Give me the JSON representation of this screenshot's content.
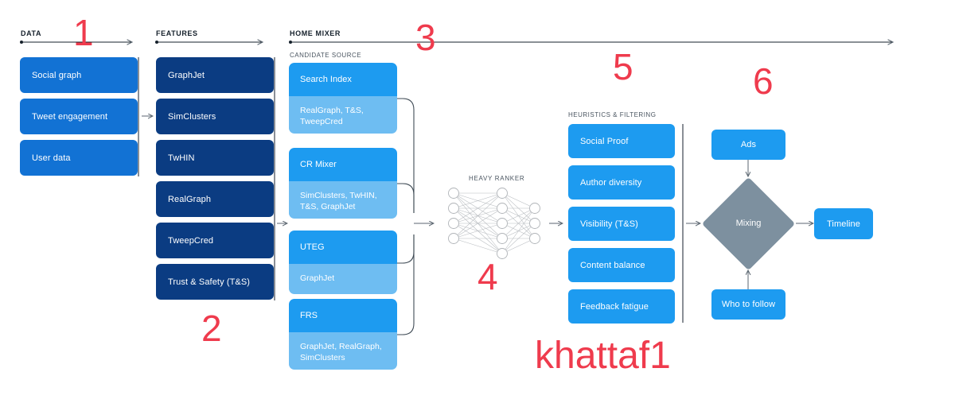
{
  "sections": {
    "data": {
      "label": "DATA"
    },
    "features": {
      "label": "FEATURES"
    },
    "home_mixer": {
      "label": "HOME MIXER"
    },
    "candidate_source": {
      "label": "CANDIDATE SOURCE"
    },
    "heuristics": {
      "label": "HEURISTICS & FILTERING"
    },
    "heavy_ranker": {
      "label": "HEAVY RANKER"
    }
  },
  "data_boxes": [
    {
      "label": "Social graph"
    },
    {
      "label": "Tweet engagement"
    },
    {
      "label": "User data"
    }
  ],
  "feature_boxes": [
    {
      "label": "GraphJet"
    },
    {
      "label": "SimClusters"
    },
    {
      "label": "TwHIN"
    },
    {
      "label": "RealGraph"
    },
    {
      "label": "TweepCred"
    },
    {
      "label": "Trust & Safety (T&S)"
    }
  ],
  "candidate_sources": [
    {
      "title": "Search Index",
      "features": "RealGraph, T&S,\nTweepCred"
    },
    {
      "title": "CR Mixer",
      "features": "SimClusters, TwHIN,\nT&S, GraphJet"
    },
    {
      "title": "UTEG",
      "features": "GraphJet"
    },
    {
      "title": "FRS",
      "features": "GraphJet, RealGraph,\nSimClusters"
    }
  ],
  "heuristics_boxes": [
    {
      "label": "Social Proof"
    },
    {
      "label": "Author diversity"
    },
    {
      "label": "Visibility (T&S)"
    },
    {
      "label": "Content balance"
    },
    {
      "label": "Feedback fatigue"
    }
  ],
  "mixing": {
    "ads_label": "Ads",
    "mixing_label": "Mixing",
    "who_to_follow_label": "Who to follow",
    "timeline_label": "Timeline"
  },
  "annotations": {
    "n1": "1",
    "n2": "2",
    "n3": "3",
    "n4": "4",
    "n5": "5",
    "n6": "6",
    "watermark": "khattaf1"
  },
  "colors": {
    "data_blue": "#1272d4",
    "feature_navy": "#0b3c82",
    "twitter_blue": "#1d9bf0",
    "light_blue": "#6ebdf2",
    "mixing_gray": "#7d909f",
    "annotation_red": "#ef3b4d"
  }
}
